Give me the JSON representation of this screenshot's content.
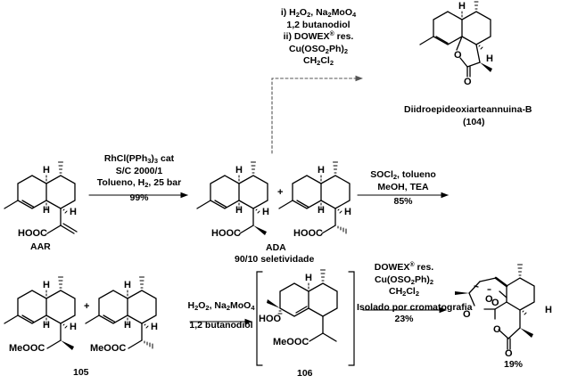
{
  "scheme": {
    "compounds": {
      "aar": {
        "label": "AAR",
        "acid_group": "HOOC"
      },
      "ada": {
        "label": "ADA",
        "selectivity": "90/10 seletividade",
        "acid_group": "HOOC"
      },
      "c104": {
        "name": "Diidroepideoxiarteannuina-B",
        "number": "(104)"
      },
      "c105": {
        "number": "105",
        "ester_group": "MeOOC"
      },
      "c106": {
        "number": "106",
        "ester_group": "MeOOC",
        "hydroperoxide": "HOO"
      },
      "artemisinin": {
        "yield": "19%"
      }
    },
    "atoms": {
      "H": "H",
      "O": "O",
      "plus": "+"
    },
    "steps": {
      "step1": {
        "line1_a": "RhCl(PPh",
        "line1_sub": "3",
        "line1_b": ")",
        "line1_sub2": "3",
        "line1_c": " cat",
        "line2": "S/C 2000/1",
        "line3_a": "Tolueno, H",
        "line3_sub": "2",
        "line3_b": ", 25 bar",
        "yield": "99%"
      },
      "step2": {
        "line1_a": "SOCl",
        "line1_sub": "2",
        "line1_b": ", tolueno",
        "line2": "MeOH, TEA",
        "yield": "85%"
      },
      "step_dashed": {
        "i_a": "i) H",
        "i_sub1": "2",
        "i_b": "O",
        "i_sub2": "2",
        "i_c": ", Na",
        "i_sub3": "2",
        "i_d": "MoO",
        "i_sub4": "4",
        "i_line2": "1,2 butanodiol",
        "ii_a": "ii) DOWEX",
        "ii_sup": "®",
        "ii_b": " res.",
        "ii_line2_a": "Cu(OSO",
        "ii_line2_sub": "2",
        "ii_line2_b": "Ph)",
        "ii_line2_sub2": "2",
        "ii_line3_a": "CH",
        "ii_line3_sub": "2",
        "ii_line3_b": "Cl",
        "ii_line3_sub2": "2"
      },
      "step3": {
        "line1_a": "H",
        "line1_sub1": "2",
        "line1_b": "O",
        "line1_sub2": "2",
        "line1_c": ", Na",
        "line1_sub3": "2",
        "line1_d": "MoO",
        "line1_sub4": "4",
        "line2": "1,2 butanodiol"
      },
      "step4": {
        "line1_a": "DOWEX",
        "line1_sup": "®",
        "line1_b": " res.",
        "line2_a": "Cu(OSO",
        "line2_sub": "2",
        "line2_b": "Ph)",
        "line2_sub2": "2",
        "line3_a": "CH",
        "line3_sub": "2",
        "line3_b": "Cl",
        "line3_sub2": "2",
        "line4": "Isolado por cromatografia",
        "yield": "23%"
      }
    }
  }
}
